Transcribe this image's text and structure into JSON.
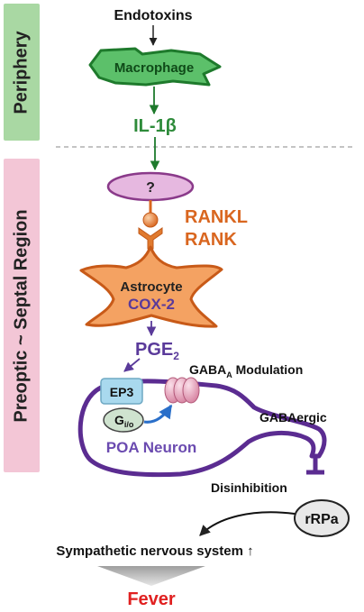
{
  "regions": {
    "periphery": "Periphery",
    "central": "Preoptic ~ Septal Region"
  },
  "nodes": {
    "endotoxins": "Endotoxins",
    "macrophage": "Macrophage",
    "il1b": "IL-1β",
    "unknown_receptor": "?",
    "rankl": "RANKL",
    "rank": "RANK",
    "astrocyte": "Astrocyte",
    "cox2": "COX-2",
    "pge2_base": "PGE",
    "pge2_sub": "2",
    "ep3": "EP3",
    "gabaa_base": "GABA",
    "gabaa_sub": "A",
    "gabaa_suffix": " Modulation",
    "gio_base": "G",
    "gio_sub": "i/o",
    "poa_neuron": "POA Neuron",
    "gabaergic": "GABAergic",
    "disinhibition": "Disinhibition",
    "rrpa": "rRPa",
    "sympathetic": "Sympathetic nervous system ↑",
    "fever": "Fever"
  },
  "colors": {
    "periphery_bg": "#a9d8a3",
    "central_bg": "#f3c6d6",
    "macrophage_fill": "#5cc06a",
    "macrophage_stroke": "#1e7a2c",
    "il1b_text": "#2e8b3a",
    "receptor_fill": "#e6b8e0",
    "receptor_stroke": "#8a3a8a",
    "rank_color": "#d9661f",
    "astrocyte_fill": "#f4a262",
    "astrocyte_stroke": "#c85a18",
    "purple": "#5a3a9a",
    "neuron_stroke": "#5b2c91",
    "ep3_fill": "#a9d9ee",
    "fever_text": "#e02020",
    "fever_arrow": "#bdbdbd"
  },
  "icons": [
    "channel-icon",
    "arrow-icon"
  ]
}
